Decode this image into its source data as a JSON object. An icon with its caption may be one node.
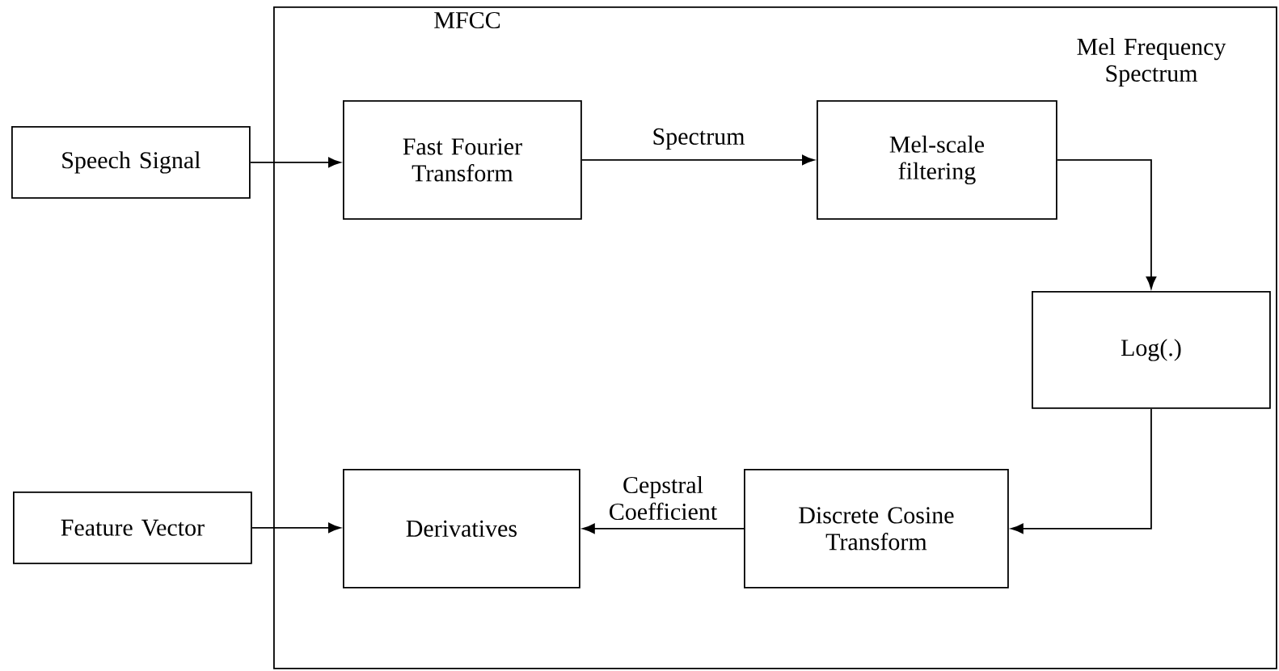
{
  "diagram": {
    "nodes": [
      {
        "text": [
          "MFCC"
        ]
      },
      {
        "text": [
          "Speech Signal"
        ]
      },
      {
        "text": [
          "Fast Fourier Transform"
        ],
        "in": 0
      },
      {
        "text": [
          "Mel-scale filtering"
        ],
        "in": 0
      },
      {
        "text": [
          "Log(.)"
        ],
        "in": 0
      },
      {
        "text": [
          "Feature Vector"
        ]
      },
      {
        "text": [
          "Derivatives"
        ],
        "in": 0
      },
      {
        "text": [
          "Discrete Cosine Transform"
        ],
        "in": 0
      }
    ],
    "edges": [
      {
        "from": 1,
        "to": 2,
        "arrow": "to"
      },
      {
        "from": 2,
        "to": 3,
        "arrow": "to",
        "label": "Spectrum"
      },
      {
        "from": 3,
        "to": 4,
        "arrow": "to",
        "label": "Mel Frequency Spectrum"
      },
      {
        "from": 4,
        "to": 7,
        "arrow": "to"
      },
      {
        "from": 7,
        "to": 6,
        "arrow": "to",
        "label": "Cepstral Coefficient"
      },
      {
        "from": 5,
        "to": 6,
        "arrow": "to"
      }
    ]
  }
}
